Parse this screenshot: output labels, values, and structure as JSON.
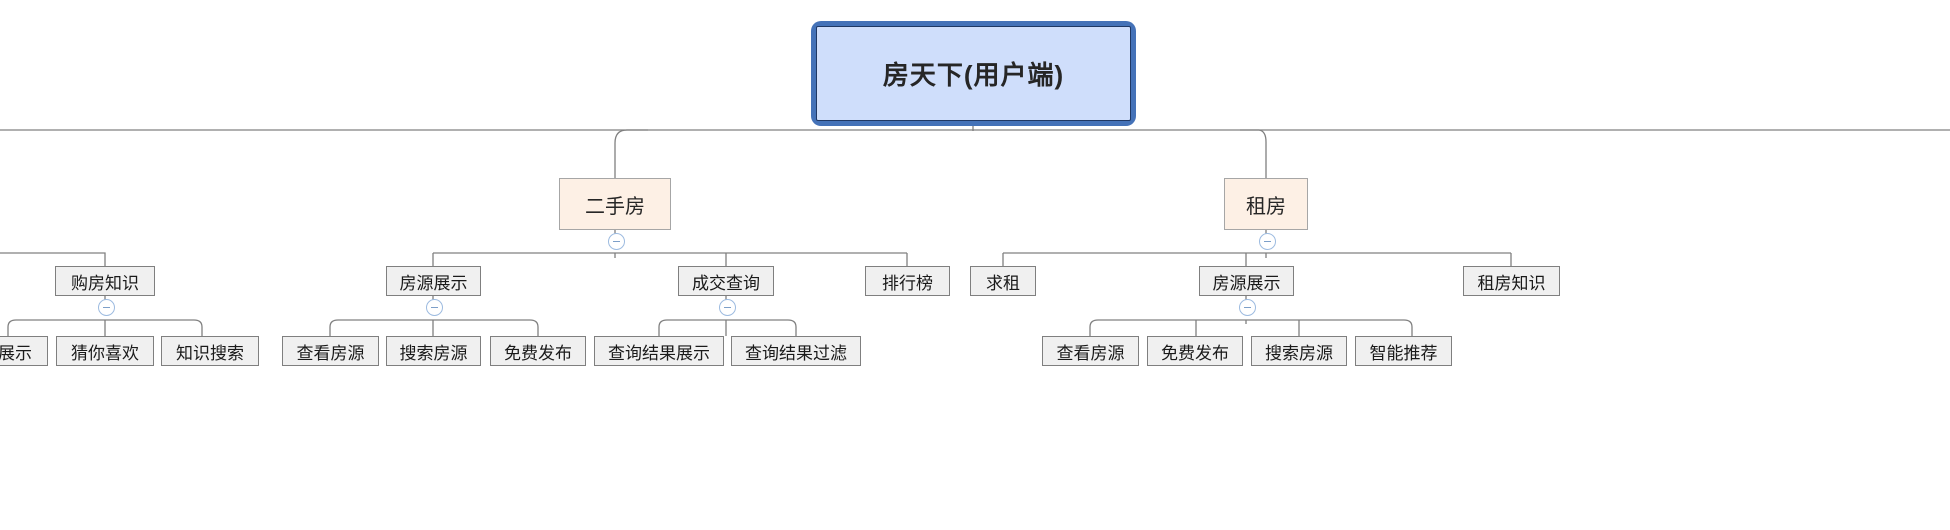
{
  "diagram": {
    "type": "mind-map",
    "title": "房天下(用户端)",
    "root": {
      "label": "房天下(用户端)",
      "fill": "#cfdefb",
      "frame": "#4472b8",
      "border": "#1f3864"
    },
    "trunk_color": "#808080",
    "branch_fill": "#fdf0e5",
    "topic_fill": "#f0f0f0",
    "toggle_color": "#9dbbe0",
    "toggle_icon": "minus-circle-icon"
  },
  "nodes": {
    "root": {
      "label": "房天下(用户端)"
    },
    "branch_ershoufang": {
      "label": "二手房"
    },
    "branch_zufang": {
      "label": "租房"
    },
    "topic_goufangzhishi": {
      "label": "购房知识"
    },
    "topic_fangyuanzhanshi_1": {
      "label": "房源展示"
    },
    "topic_chengjiaochaxun": {
      "label": "成交查询"
    },
    "topic_paihangbang": {
      "label": "排行榜"
    },
    "topic_qiuzu": {
      "label": "求租"
    },
    "topic_fangyuanzhanshi_2": {
      "label": "房源展示"
    },
    "topic_zufangzhishi": {
      "label": "租房知识"
    },
    "leaf_zhanshi": {
      "label": "展示"
    },
    "leaf_cainixihuan": {
      "label": "猜你喜欢"
    },
    "leaf_zhishisousuo": {
      "label": "知识搜索"
    },
    "leaf_chakanfangyuan_1": {
      "label": "查看房源"
    },
    "leaf_sousuofangyuan_1": {
      "label": "搜索房源"
    },
    "leaf_mianfeifabu_1": {
      "label": "免费发布"
    },
    "leaf_chaxunjieguozhanshi": {
      "label": "查询结果展示"
    },
    "leaf_chaxunjieguoguolv": {
      "label": "查询结果过滤"
    },
    "leaf_chakanfangyuan_2": {
      "label": "查看房源"
    },
    "leaf_mianfeifabu_2": {
      "label": "免费发布"
    },
    "leaf_sousuofangyuan_2": {
      "label": "搜索房源"
    },
    "leaf_zhinengtuijian": {
      "label": "智能推荐"
    }
  }
}
